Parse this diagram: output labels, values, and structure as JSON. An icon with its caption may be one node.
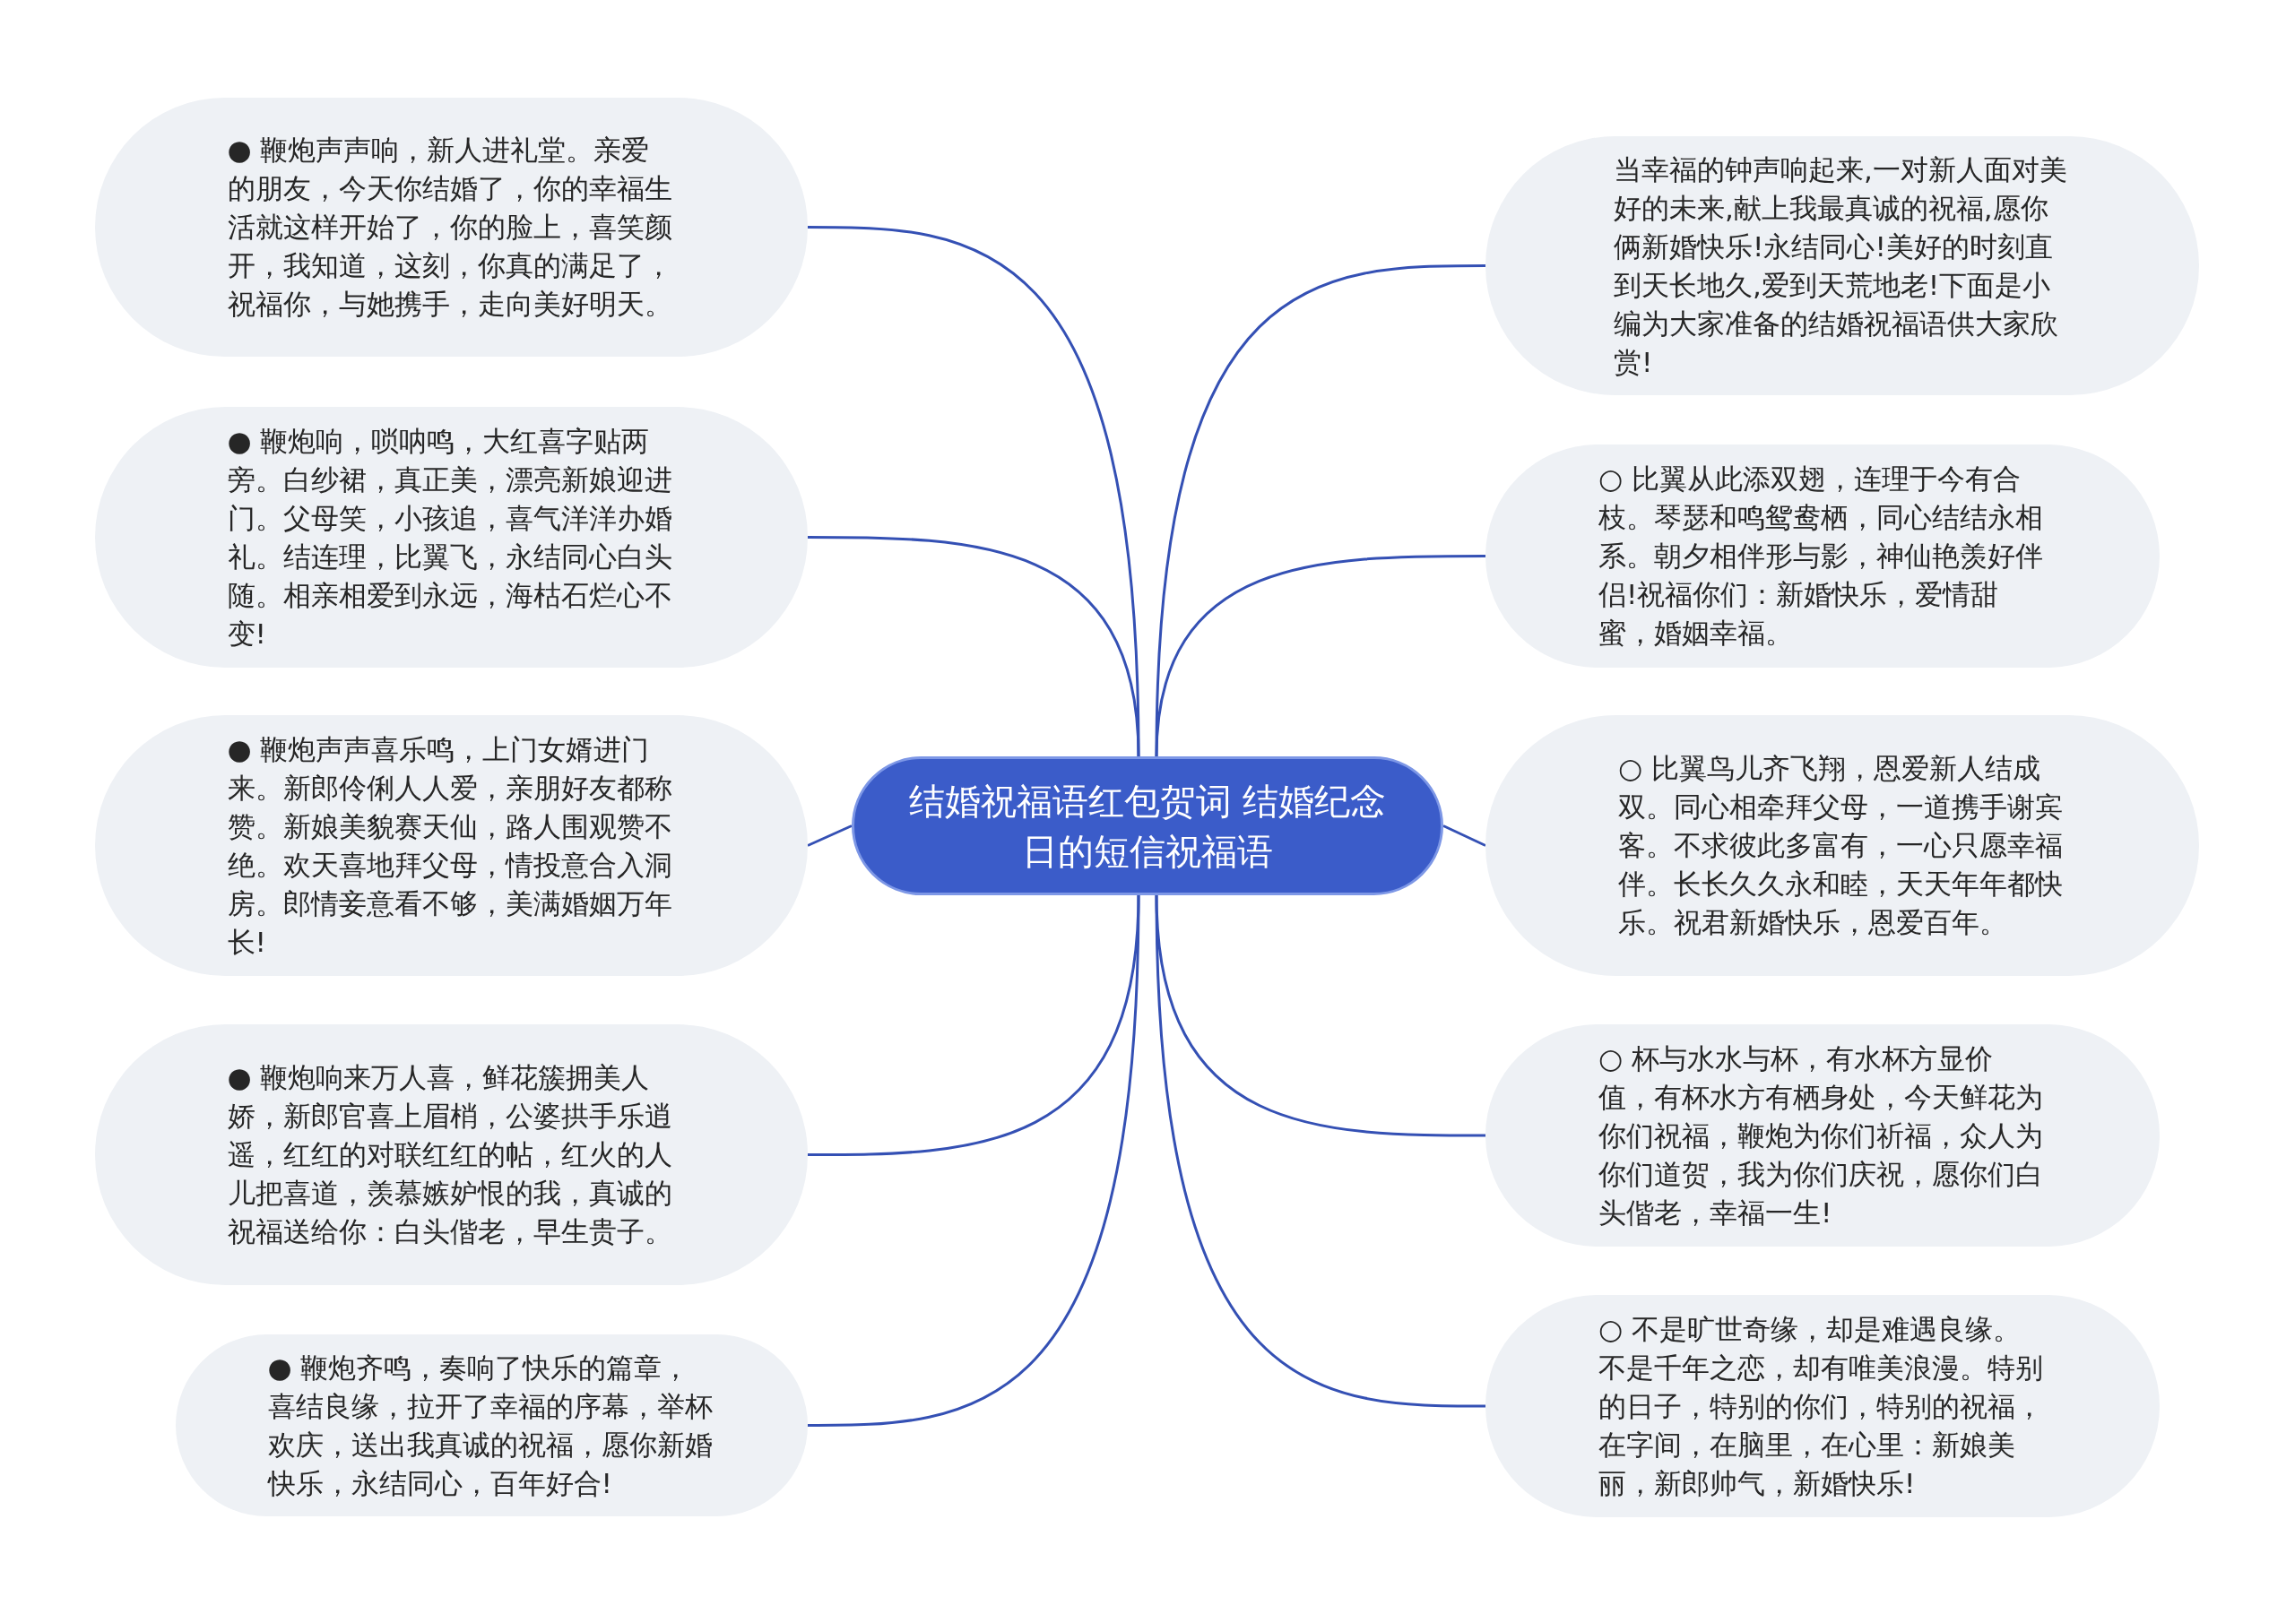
{
  "diagram": {
    "nodes": [
      {
        "text": [
          "结婚祝福语红包贺词 结婚纪念日的短信祝福语"
        ]
      },
      {
        "text": [
          "● 鞭炮声声响，新人进礼堂。亲爱的朋友，今天你结婚了，你的幸福生活就这样开始了，你的脸上，喜笑颜开，我知道，这刻，你真的满足了，祝福你，与她携手，走向美好明天。"
        ]
      },
      {
        "text": [
          "● 鞭炮响，唢呐鸣，大红喜字贴两旁。白纱裙，真正美，漂亮新娘迎进门。父母笑，小孩追，喜气洋洋办婚礼。结连理，比翼飞，永结同心白头随。相亲相爱到永远，海枯石烂心不变!"
        ]
      },
      {
        "text": [
          "● 鞭炮声声喜乐鸣，上门女婿进门来。新郎伶俐人人爱，亲朋好友都称赞。新娘美貌赛天仙，路人围观赞不绝。欢天喜地拜父母，情投意合入洞房。郎情妾意看不够，美满婚姻万年长!"
        ]
      },
      {
        "text": [
          "● 鞭炮响来万人喜，鲜花簇拥美人娇，新郎官喜上眉梢，公婆拱手乐逍遥，红红的对联红红的帖，红火的人儿把喜道，羡慕嫉妒恨的我，真诚的祝福送给你：白头偕老，早生贵子。"
        ]
      },
      {
        "text": [
          "● 鞭炮齐鸣，奏响了快乐的篇章，喜结良缘，拉开了幸福的序幕，举杯欢庆，送出我真诚的祝福，愿你新婚快乐，永结同心，百年好合!"
        ]
      },
      {
        "text": [
          "当幸福的钟声响起来,一对新人面对美好的未来,献上我最真诚的祝福,愿你俩新婚快乐!永结同心!美好的时刻直到天长地久,爱到天荒地老!下面是小编为大家准备的结婚祝福语供大家欣赏!"
        ]
      },
      {
        "text": [
          "○ 比翼从此添双翅，连理于今有合枝。琴瑟和鸣鸳鸯栖，同心结结永相系。朝夕相伴形与影，神仙艳羡好伴侣!祝福你们：新婚快乐，爱情甜蜜，婚姻幸福。"
        ]
      },
      {
        "text": [
          "○ 比翼鸟儿齐飞翔，恩爱新人结成双。同心相牵拜父母，一道携手谢宾客。不求彼此多富有，一心只愿幸福伴。长长久久永和睦，天天年年都快乐。祝君新婚快乐，恩爱百年。"
        ]
      },
      {
        "text": [
          "○ 杯与水水与杯，有水杯方显价值，有杯水方有栖身处，今天鲜花为你们祝福，鞭炮为你们祈福，众人为你们道贺，我为你们庆祝，愿你们白头偕老，幸福一生!"
        ]
      },
      {
        "text": [
          "○ 不是旷世奇缘，却是难遇良缘。不是千年之恋，却有唯美浪漫。特别的日子，特别的你们，特别的祝福，在字间，在脑里，在心里：新娘美丽，新郎帅气，新婚快乐!"
        ]
      }
    ],
    "edges": [
      {
        "from": 0,
        "to": 1,
        "arrow": "none"
      },
      {
        "from": 0,
        "to": 2,
        "arrow": "none"
      },
      {
        "from": 0,
        "to": 3,
        "arrow": "none"
      },
      {
        "from": 0,
        "to": 4,
        "arrow": "none"
      },
      {
        "from": 0,
        "to": 5,
        "arrow": "none"
      },
      {
        "from": 0,
        "to": 6,
        "arrow": "none"
      },
      {
        "from": 0,
        "to": 7,
        "arrow": "none"
      },
      {
        "from": 0,
        "to": 8,
        "arrow": "none"
      },
      {
        "from": 0,
        "to": 9,
        "arrow": "none"
      },
      {
        "from": 0,
        "to": 10,
        "arrow": "none"
      }
    ]
  }
}
